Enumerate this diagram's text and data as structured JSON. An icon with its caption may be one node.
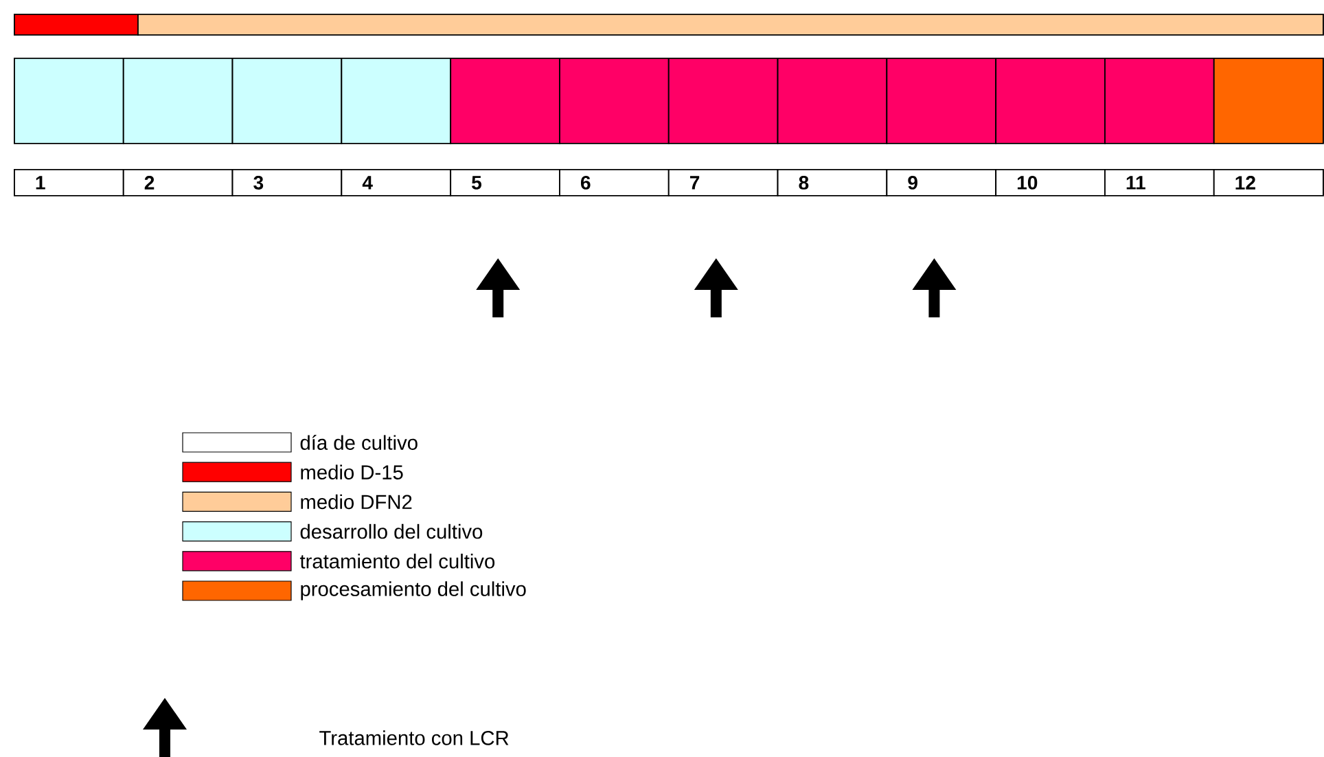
{
  "diagram": {
    "nodes": [
      {
        "text": [],
        "shape": "bar"
      },
      {
        "text": [],
        "shape": "bar"
      },
      {
        "text": [],
        "shape": "box"
      },
      {
        "text": [],
        "shape": "box"
      },
      {
        "text": [],
        "shape": "box"
      },
      {
        "text": [],
        "shape": "box"
      },
      {
        "text": [],
        "shape": "box"
      },
      {
        "text": [],
        "shape": "box"
      },
      {
        "text": [],
        "shape": "box"
      },
      {
        "text": [],
        "shape": "box"
      },
      {
        "text": [],
        "shape": "box"
      },
      {
        "text": [],
        "shape": "box"
      },
      {
        "text": [],
        "shape": "box"
      },
      {
        "text": [],
        "shape": "box"
      },
      {
        "text": [
          "1"
        ]
      },
      {
        "text": [
          "2"
        ]
      },
      {
        "text": [
          "3"
        ]
      },
      {
        "text": [
          "4"
        ]
      },
      {
        "text": [
          "5"
        ]
      },
      {
        "text": [
          "6"
        ]
      },
      {
        "text": [
          "7"
        ]
      },
      {
        "text": [
          "8"
        ]
      },
      {
        "text": [
          "9"
        ]
      },
      {
        "text": [
          "10"
        ]
      },
      {
        "text": [
          "11"
        ]
      },
      {
        "text": [
          "12"
        ]
      }
    ],
    "legend": [
      {
        "text": "día de cultivo"
      },
      {
        "text": "medio D-15",
        "color": "#ff0000"
      },
      {
        "text": "medio DFN2",
        "color": "#ffcc99"
      },
      {
        "text": "desarrollo del cultivo",
        "color": "#ccffff"
      },
      {
        "text": "tratamiento del cultivo",
        "color": "#ff0066"
      },
      {
        "text": "procesamiento del cultivo",
        "color": "#ff6600"
      },
      {
        "text": "Tratamiento con LCR"
      }
    ]
  }
}
